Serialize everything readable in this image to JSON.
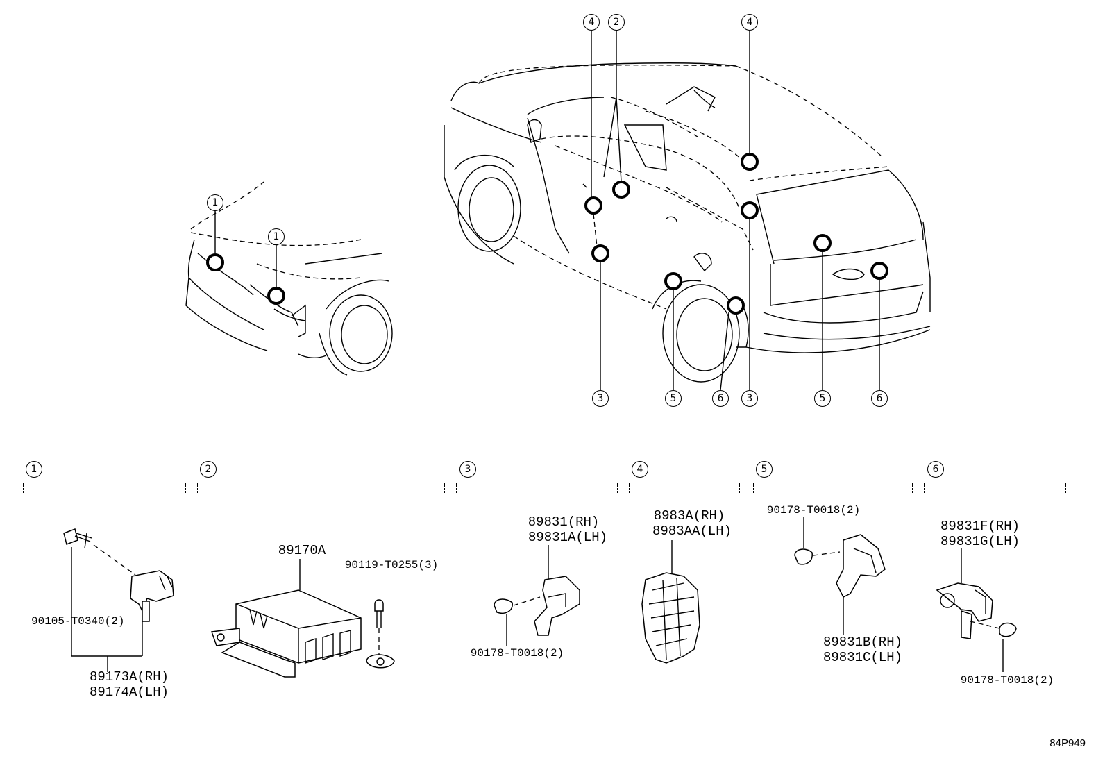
{
  "diagram": {
    "callouts": {
      "c1": "1",
      "c2": "2",
      "c3": "3",
      "c4": "4",
      "c5": "5",
      "c6": "6"
    },
    "groups": [
      {
        "id": "1",
        "parts": [
          "90105-T0340(2)",
          "89173A(RH)",
          "89174A(LH)"
        ]
      },
      {
        "id": "2",
        "parts": [
          "89170A",
          "90119-T0255(3)"
        ]
      },
      {
        "id": "3",
        "parts": [
          "89831(RH)",
          "89831A(LH)",
          "90178-T0018(2)"
        ]
      },
      {
        "id": "4",
        "parts": [
          "8983A(RH)",
          "8983AA(LH)"
        ]
      },
      {
        "id": "5",
        "parts": [
          "90178-T0018(2)",
          "89831B(RH)",
          "89831C(LH)"
        ]
      },
      {
        "id": "6",
        "parts": [
          "89831F(RH)",
          "89831G(LH)",
          "90178-T0018(2)"
        ]
      }
    ],
    "diagram_code": "84P949"
  }
}
